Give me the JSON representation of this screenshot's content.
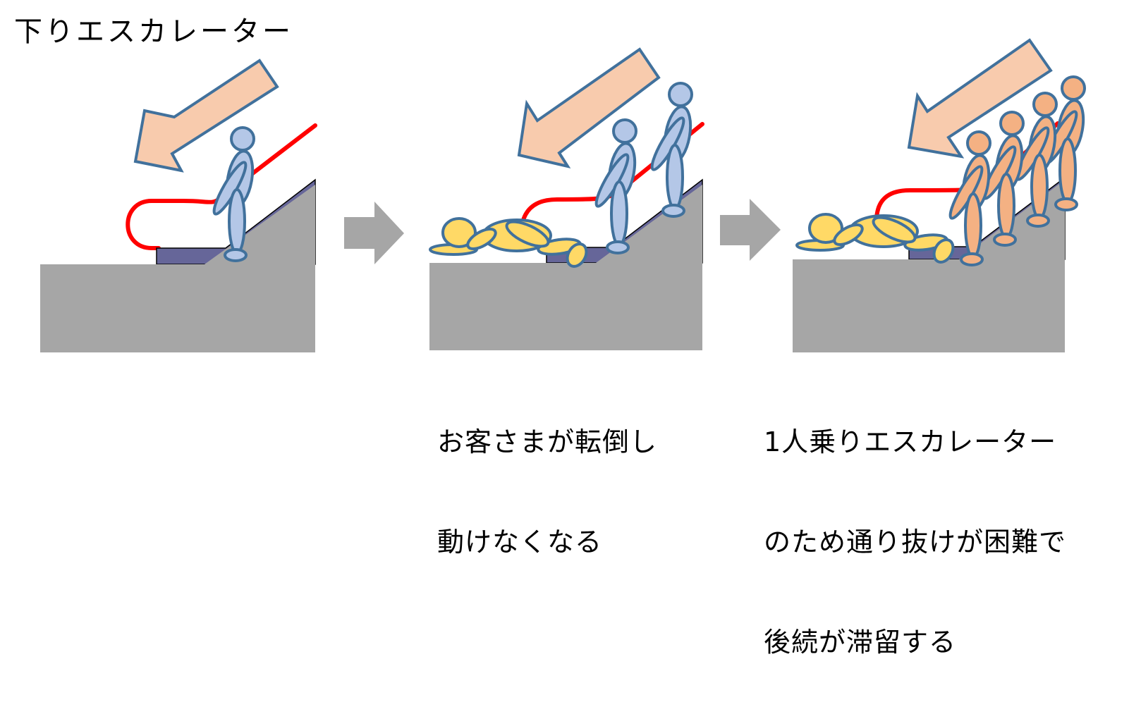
{
  "title": "下りエスカレーター",
  "panels": [
    {
      "id": "panel-1",
      "caption_lines": [],
      "people": {
        "standing_blue": 1,
        "fallen_yellow": 0,
        "standing_orange": 0
      }
    },
    {
      "id": "panel-2",
      "caption_lines": [
        "お客さまが転倒し",
        "動けなくなる"
      ],
      "people": {
        "standing_blue": 2,
        "fallen_yellow": 1,
        "standing_orange": 0
      }
    },
    {
      "id": "panel-3",
      "caption_lines": [
        "1人乗りエスカレーター",
        "のため通り抜けが困難で",
        "後続が滞留する"
      ],
      "people": {
        "standing_blue": 0,
        "fallen_yellow": 1,
        "standing_orange": 4
      }
    }
  ],
  "transition_arrows": 2,
  "colors": {
    "ground": "#a6a6a6",
    "step": "#666699",
    "handrail": "#ff0000",
    "direction_arrow_fill": "#f8cbad",
    "outline": "#41719c",
    "person_blue": "#b4c7e7",
    "person_yellow": "#ffd966",
    "person_orange": "#f4b183",
    "transition_arrow": "#a6a6a6"
  }
}
